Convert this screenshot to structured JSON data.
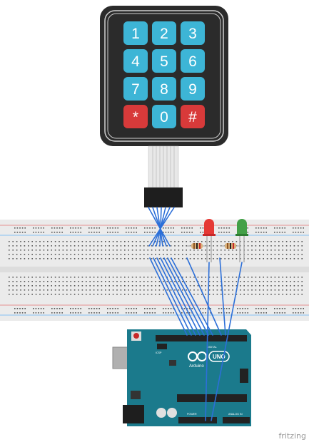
{
  "keypad": {
    "keys": [
      "1",
      "2",
      "3",
      "4",
      "5",
      "6",
      "7",
      "8",
      "9",
      "*",
      "0",
      "#"
    ]
  },
  "arduino": {
    "brand": "Arduino",
    "model": "UNO",
    "label_digital": "DIGITAL",
    "label_icsp": "ICSP",
    "label_analog": "ANALOG IN",
    "label_power": "POWER"
  },
  "leds": [
    {
      "color": "red",
      "hex": "#e53935"
    },
    {
      "color": "green",
      "hex": "#43a047"
    }
  ],
  "colors": {
    "keypad_body": "#2b2b2b",
    "key_blue": "#3db5d6",
    "key_red": "#d83a3a",
    "wire_blue": "#2c6fd8",
    "arduino_board": "#1b7a8c",
    "breadboard": "#ebebeb"
  },
  "footer": {
    "watermark": "fritzing"
  }
}
